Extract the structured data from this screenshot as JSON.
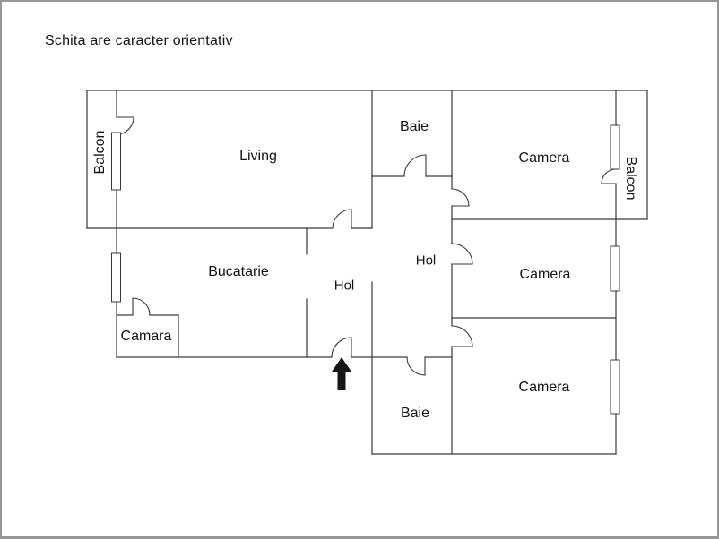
{
  "title": "Schita are caracter orientativ",
  "rooms": {
    "balcon_left": "Balcon",
    "living": "Living",
    "baie_top": "Baie",
    "camera_top": "Camera",
    "balcon_right": "Balcon",
    "bucatarie": "Bucatarie",
    "hol_left": "Hol",
    "hol_center": "Hol",
    "camara": "Camara",
    "camera_middle": "Camera",
    "baie_bottom": "Baie",
    "camera_bottom": "Camera"
  },
  "colors": {
    "background": "#ffffff",
    "wall": "#3a3a3a",
    "text": "#141414",
    "frame_border": "#969696",
    "arrow": "#161616"
  }
}
